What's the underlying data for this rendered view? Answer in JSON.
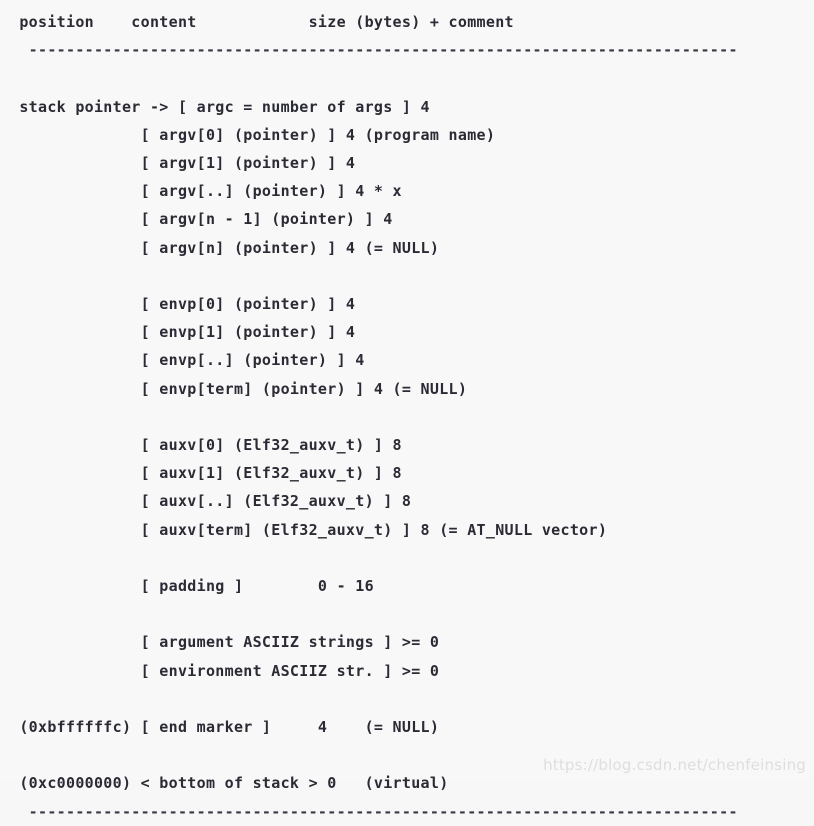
{
  "layout": {
    "columns": {
      "position_col": 0,
      "content_col": 13,
      "size_col": 32,
      "comment_col": 37
    },
    "rule_char": "-",
    "rule_width": 76,
    "rule_indent": 2
  },
  "header": {
    "position_label": "position",
    "content_label": "content",
    "size_label": "size (bytes) + comment"
  },
  "rows": [
    {
      "kind": "rule"
    },
    {
      "kind": "blank"
    },
    {
      "kind": "entry",
      "position": "stack pointer ->",
      "content": "[ argc = number of args ]",
      "size": "4",
      "comment": ""
    },
    {
      "kind": "entry",
      "position": "",
      "content": "[ argv[0] (pointer) ]",
      "size": "4",
      "comment": "(program name)"
    },
    {
      "kind": "entry",
      "position": "",
      "content": "[ argv[1] (pointer) ]",
      "size": "4",
      "comment": ""
    },
    {
      "kind": "entry",
      "position": "",
      "content": "[ argv[..] (pointer) ]",
      "size": "4 * x",
      "comment": ""
    },
    {
      "kind": "entry",
      "position": "",
      "content": "[ argv[n - 1] (pointer) ]",
      "size": "4",
      "comment": ""
    },
    {
      "kind": "entry",
      "position": "",
      "content": "[ argv[n] (pointer) ]",
      "size": "4",
      "comment": "(= NULL)"
    },
    {
      "kind": "blank"
    },
    {
      "kind": "entry",
      "position": "",
      "content": "[ envp[0] (pointer) ]",
      "size": "4",
      "comment": ""
    },
    {
      "kind": "entry",
      "position": "",
      "content": "[ envp[1] (pointer) ]",
      "size": "4",
      "comment": ""
    },
    {
      "kind": "entry",
      "position": "",
      "content": "[ envp[..] (pointer) ]",
      "size": "4",
      "comment": ""
    },
    {
      "kind": "entry",
      "position": "",
      "content": "[ envp[term] (pointer) ]",
      "size": "4",
      "comment": "(= NULL)"
    },
    {
      "kind": "blank"
    },
    {
      "kind": "entry",
      "position": "",
      "content": "[ auxv[0] (Elf32_auxv_t) ]",
      "size": "8",
      "comment": ""
    },
    {
      "kind": "entry",
      "position": "",
      "content": "[ auxv[1] (Elf32_auxv_t) ]",
      "size": "8",
      "comment": ""
    },
    {
      "kind": "entry",
      "position": "",
      "content": "[ auxv[..] (Elf32_auxv_t) ]",
      "size": "8",
      "comment": ""
    },
    {
      "kind": "entry",
      "position": "",
      "content": "[ auxv[term] (Elf32_auxv_t) ]",
      "size": "8",
      "comment": "(= AT_NULL vector)"
    },
    {
      "kind": "blank"
    },
    {
      "kind": "entry",
      "position": "",
      "content": "[ padding ]",
      "size": "0 - 16",
      "comment": ""
    },
    {
      "kind": "blank"
    },
    {
      "kind": "entry",
      "position": "",
      "content": "[ argument ASCIIZ strings ]",
      "size": ">= 0",
      "comment": ""
    },
    {
      "kind": "entry",
      "position": "",
      "content": "[ environment ASCIIZ str. ]",
      "size": ">= 0",
      "comment": ""
    },
    {
      "kind": "blank"
    },
    {
      "kind": "entry",
      "position": "(0xbffffffc)",
      "content": "[ end marker ]",
      "size": "4",
      "comment": "(= NULL)"
    },
    {
      "kind": "blank"
    },
    {
      "kind": "entry",
      "position": "(0xc0000000)",
      "content": "< bottom of stack >",
      "size": "0",
      "comment": "(virtual)"
    },
    {
      "kind": "rule"
    }
  ],
  "watermark": {
    "text": "https://blog.csdn.net/chenfeinsing"
  }
}
